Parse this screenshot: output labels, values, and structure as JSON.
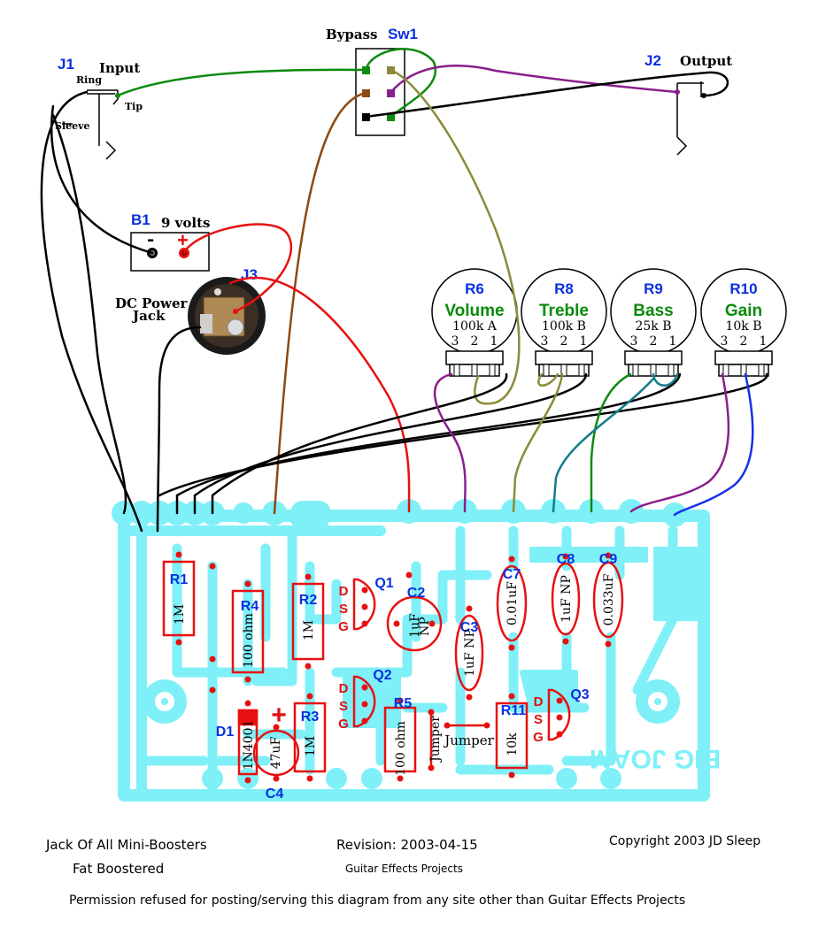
{
  "switch": {
    "ref": "Sw1",
    "name": "Bypass"
  },
  "input_jack": {
    "ref": "J1",
    "name": "Input",
    "ring": "Ring",
    "tip": "Tip",
    "sleeve": "Sleeve"
  },
  "output_jack": {
    "ref": "J2",
    "name": "Output"
  },
  "battery": {
    "ref": "B1",
    "voltage": "9 volts",
    "minus": "-",
    "plus": "+"
  },
  "dc_jack": {
    "ref": "J3",
    "name_line1": "DC Power",
    "name_line2": "Jack"
  },
  "pots": [
    {
      "ref": "R6",
      "name": "Volume",
      "value": "100k A",
      "pins": [
        "3",
        "2",
        "1"
      ]
    },
    {
      "ref": "R8",
      "name": "Treble",
      "value": "100k B",
      "pins": [
        "3",
        "2",
        "1"
      ]
    },
    {
      "ref": "R9",
      "name": "Bass",
      "value": "25k B",
      "pins": [
        "3",
        "2",
        "1"
      ]
    },
    {
      "ref": "R10",
      "name": "Gain",
      "value": "10k B",
      "pins": [
        "3",
        "2",
        "1"
      ]
    }
  ],
  "resistors": [
    {
      "ref": "R1",
      "value": "1M"
    },
    {
      "ref": "R4",
      "value": "100 ohm"
    },
    {
      "ref": "R2",
      "value": "1M"
    },
    {
      "ref": "R3",
      "value": "1M"
    },
    {
      "ref": "R5",
      "value": "100 ohm"
    },
    {
      "ref": "R11",
      "value": "10k"
    }
  ],
  "capacitors": [
    {
      "ref": "C2",
      "value": "1uF",
      "type": "NP"
    },
    {
      "ref": "C3",
      "value": "1uF NP"
    },
    {
      "ref": "C7",
      "value": "0.01uF"
    },
    {
      "ref": "C8",
      "value": "1uF NP"
    },
    {
      "ref": "C9",
      "value": "0.033uF"
    },
    {
      "ref": "C4",
      "value": "47uF",
      "polarity": "+"
    }
  ],
  "transistors": [
    {
      "ref": "Q1",
      "pins": [
        "D",
        "S",
        "G"
      ]
    },
    {
      "ref": "Q2",
      "pins": [
        "D",
        "S",
        "G"
      ]
    },
    {
      "ref": "Q3",
      "pins": [
        "D",
        "S",
        "G"
      ]
    }
  ],
  "diode": {
    "ref": "D1",
    "value": "1N4001"
  },
  "jumpers": {
    "vertical": "Jumper",
    "horizontal": "Jumper"
  },
  "board_text": "BIG JOAM",
  "footer": {
    "title_line1": "Jack Of All Mini-Boosters",
    "title_line2": "Fat Boostered",
    "revision": "Revision: 2003-04-15",
    "site": "Guitar Effects Projects",
    "copyright": "Copyright 2003  JD Sleep",
    "notice": "Permission refused for posting/serving this diagram from any site other than Guitar Effects Projects"
  },
  "colors": {
    "pcb": "#7ff0f7",
    "wire_red": "#e81010",
    "wire_green": "#0d8a10",
    "wire_purple": "#8a1f8c",
    "wire_brown": "#8b4a10",
    "wire_olive": "#8c8a3a",
    "wire_teal": "#117e8a",
    "wire_blue": "#1530e8",
    "wire_black": "#000000",
    "label_blue": "#0a2fe0",
    "label_green": "#0a8a0a"
  }
}
